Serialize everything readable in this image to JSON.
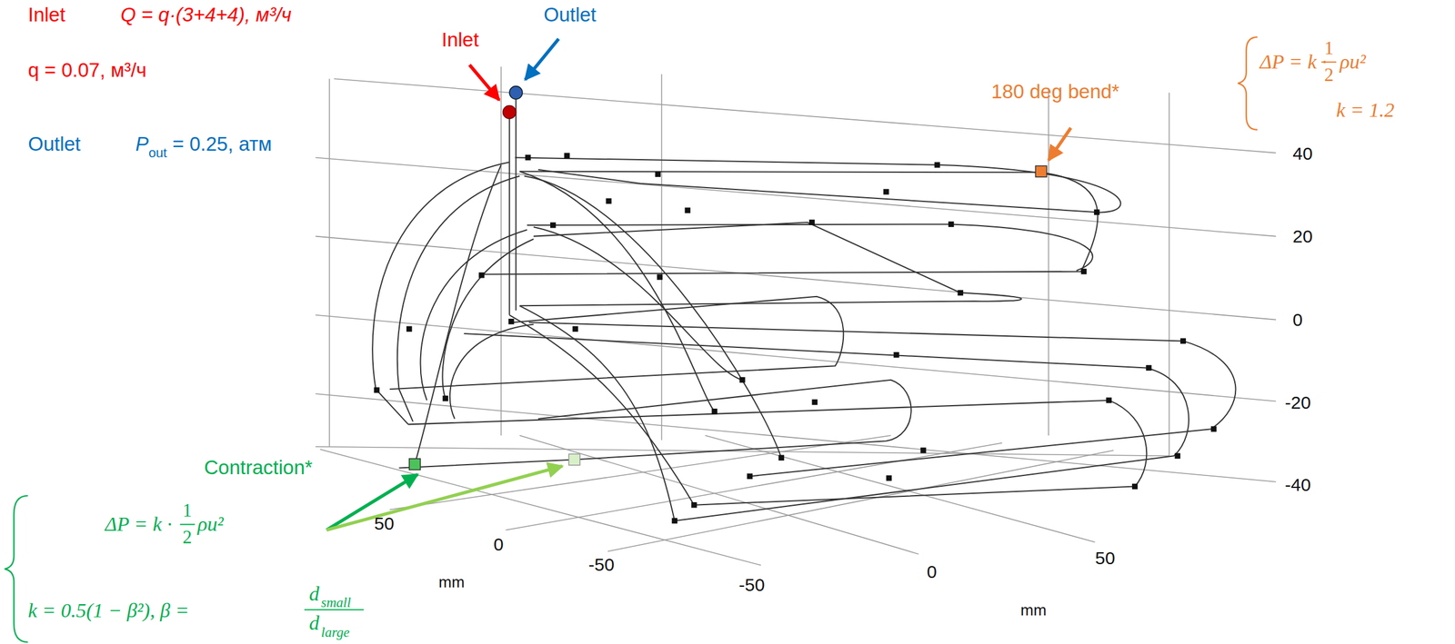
{
  "diagram": {
    "labels": [
      "Inlet",
      "Q = q·(3+4+4), м³/ч",
      "q = 0.07, м³/ч",
      "Outlet",
      "P",
      "out",
      "= 0.25, атм",
      "Inlet",
      "Outlet",
      "180 deg bend*",
      "ΔP = k ·",
      "1",
      "2",
      "ρu²",
      "k = 1.2",
      "40",
      "20",
      "0",
      "-20",
      "-40",
      "50",
      "0",
      "-50",
      "mm",
      "-50",
      "0",
      "50",
      "mm",
      "Contraction*",
      "ΔP = k ·",
      "1",
      "2",
      "ρu²",
      "k = 0.5(1 − β²), β =",
      "d",
      "small",
      "d",
      "large"
    ]
  }
}
